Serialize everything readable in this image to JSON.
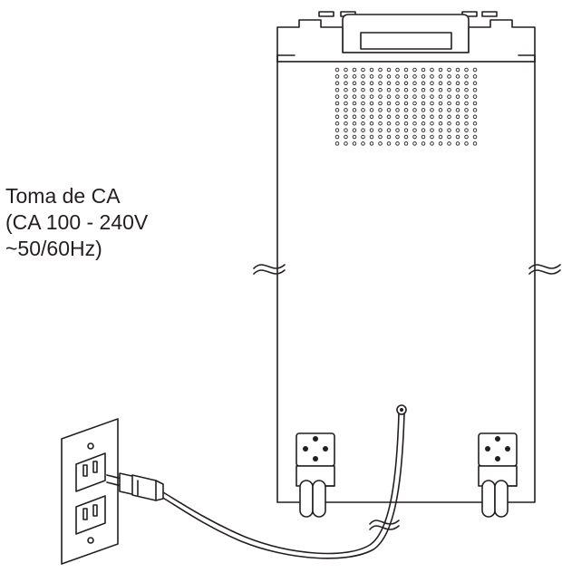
{
  "outlet_label": {
    "line1": "Toma de CA",
    "line2": "(CA 100 - 240V",
    "line3": "~50/60Hz)"
  },
  "icons": {
    "device": "speaker-cabinet-icon",
    "outlet": "wall-outlet-icon",
    "plug": "power-plug-icon",
    "cable": "power-cable-icon",
    "casters": "caster-wheel-icon"
  },
  "colors": {
    "line": "#231f20",
    "background": "#ffffff"
  }
}
